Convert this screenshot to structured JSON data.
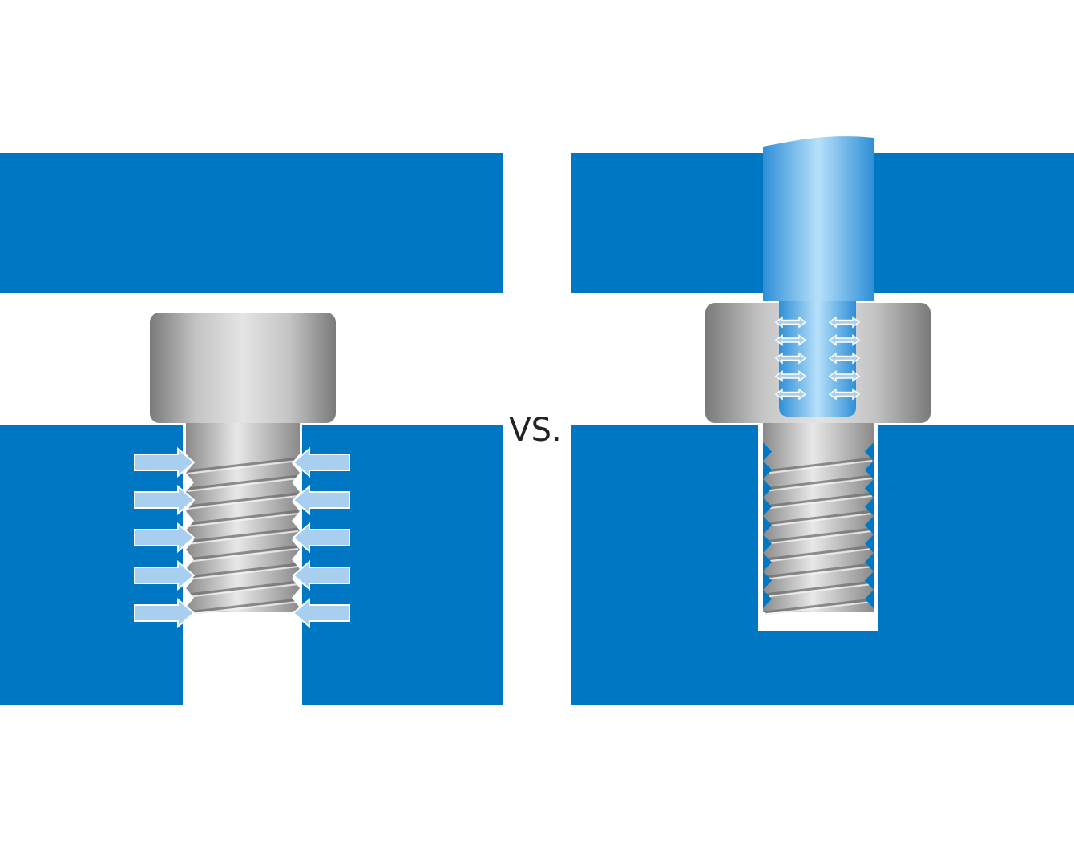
{
  "separator": {
    "label": "VS."
  },
  "colors": {
    "plate": "#0077c2",
    "fluid": "#7cc3ee",
    "arrow_fill": "#a9cff0",
    "arrow_stroke": "#ffffff",
    "metal_dark": "#7a7a7a",
    "metal_light": "#e2e2e2",
    "background": "#ffffff"
  },
  "panels": [
    {
      "name": "through-hole-bolt",
      "arrow_rows": 5,
      "arrow_direction": "inward"
    },
    {
      "name": "blind-hole-bolt-with-fluid",
      "arrow_rows": 5,
      "arrow_direction": "bidirectional"
    }
  ],
  "icons": [
    "bolt-icon",
    "compression-arrow-icon",
    "double-arrow-icon",
    "fluid-column-icon"
  ]
}
